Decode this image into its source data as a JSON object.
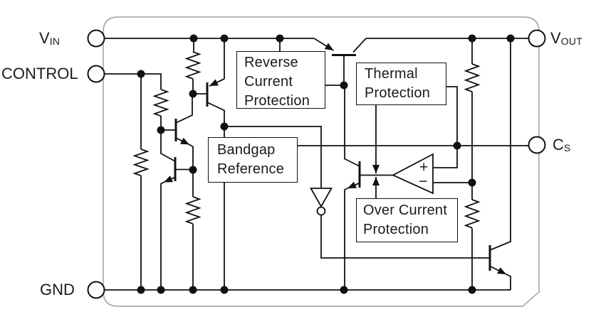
{
  "diagram": {
    "title": "LDO regulator internal equivalent circuit block diagram",
    "colors": {
      "wire": "#111111",
      "package_outline": "#ababab",
      "background": "#ffffff",
      "text": "#1a1a1a"
    },
    "pins": {
      "vin": {
        "label": "V",
        "sub": "IN"
      },
      "control": {
        "label": "CONTROL",
        "sub": ""
      },
      "gnd": {
        "label": "GND",
        "sub": ""
      },
      "vout": {
        "label": "V",
        "sub": "OUT"
      },
      "cs": {
        "label": "C",
        "sub": "S"
      }
    },
    "blocks": {
      "reverse_current": {
        "lines": [
          "Reverse",
          "Current",
          "Protection"
        ]
      },
      "thermal": {
        "lines": [
          "Thermal",
          "Protection"
        ]
      },
      "bandgap": {
        "lines": [
          "Bandgap",
          "Reference"
        ]
      },
      "over_current": {
        "lines": [
          "Over Current",
          "Protection"
        ]
      }
    },
    "comparator": {
      "plus": "+",
      "minus": "−"
    }
  }
}
